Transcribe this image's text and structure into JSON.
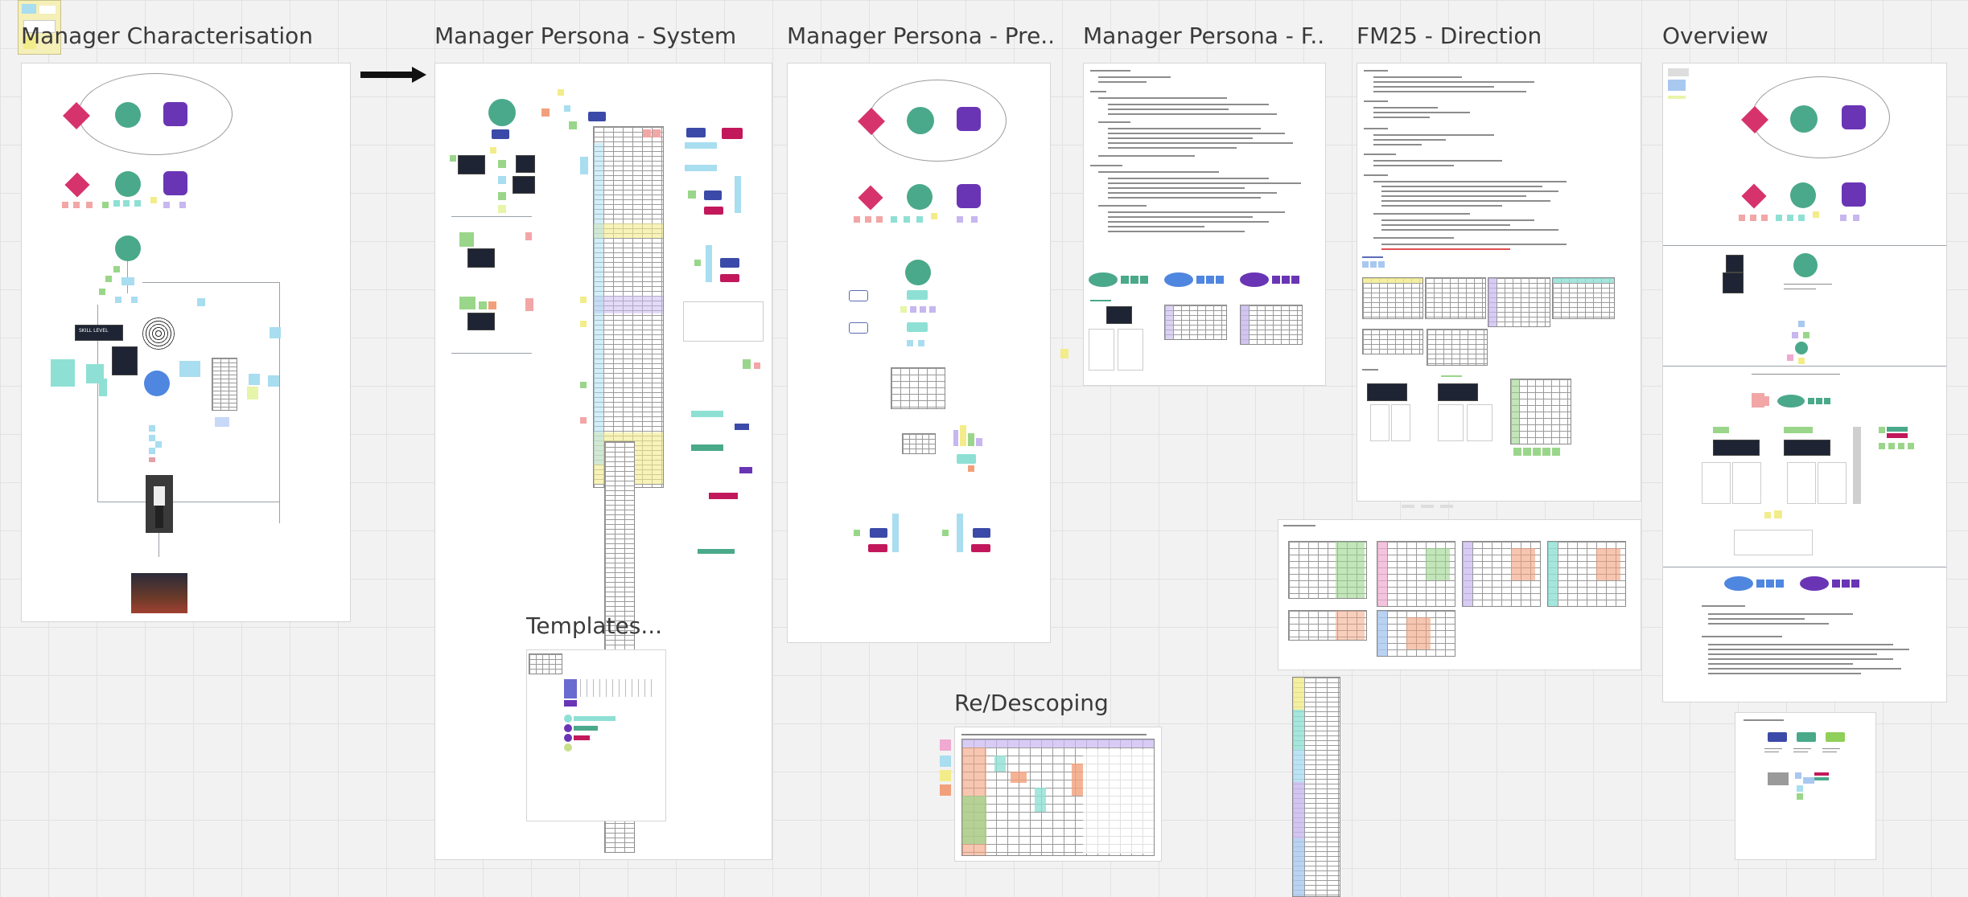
{
  "board": {
    "frames": [
      {
        "id": "manager-characterisation",
        "title": "Manager Characterisation"
      },
      {
        "id": "manager-persona-system",
        "title": "Manager Persona - System"
      },
      {
        "id": "manager-persona-pre",
        "title": "Manager Persona - Pre..."
      },
      {
        "id": "manager-persona-f",
        "title": "Manager Persona - F..."
      },
      {
        "id": "fm25-direction",
        "title": "FM25 - Direction"
      },
      {
        "id": "overview",
        "title": "Overview"
      },
      {
        "id": "templates",
        "title": "Templates..."
      },
      {
        "id": "re-descoping",
        "title": "Re/Descoping"
      }
    ],
    "card_labels": {
      "skill_card": "SKILL LEVEL"
    }
  },
  "colors": {
    "grid_background": "#f2f2f2",
    "green_node": "#4aa98a",
    "pink_diamond": "#d6336c",
    "purple_node": "#6a35b5",
    "blue_node": "#4f86e0",
    "navy_node": "#3b4aa8",
    "teal_sticky": "#8ee0d4",
    "light_blue_sticky": "#a9ddf0",
    "yellow_sticky": "#f3ec8a",
    "green_sticky": "#9ad68a",
    "lilac_sticky": "#c7b6ef",
    "salmon_sticky": "#f2a07b"
  }
}
